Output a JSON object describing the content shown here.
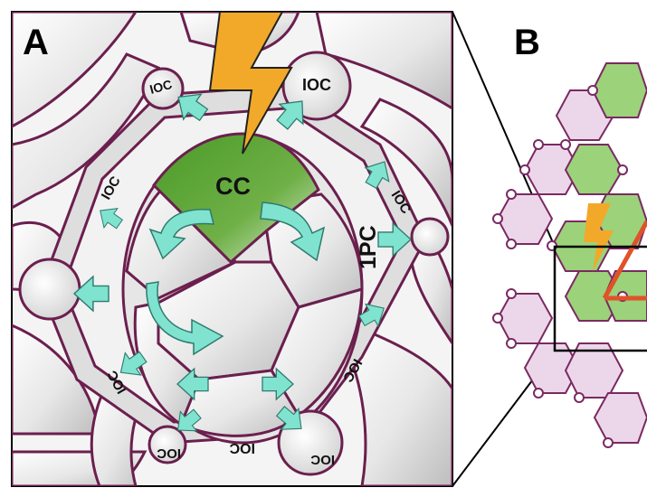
{
  "panels": {
    "a": {
      "label": "A"
    },
    "b": {
      "label": "B"
    }
  },
  "labels": {
    "cc": "CC",
    "first_pc": "1PC",
    "ioc": "IOC"
  },
  "colors": {
    "outline": "#6b1f4e",
    "cc_green": "#4f9d2d",
    "lightning": "#f2a92a",
    "arrow": "#7fe3cf",
    "arrow_stroke": "#2f7a6e",
    "triangle": "#e0522a",
    "panel_b_green": "#9cd27a",
    "panel_b_lilac": "#ecd7ea"
  }
}
